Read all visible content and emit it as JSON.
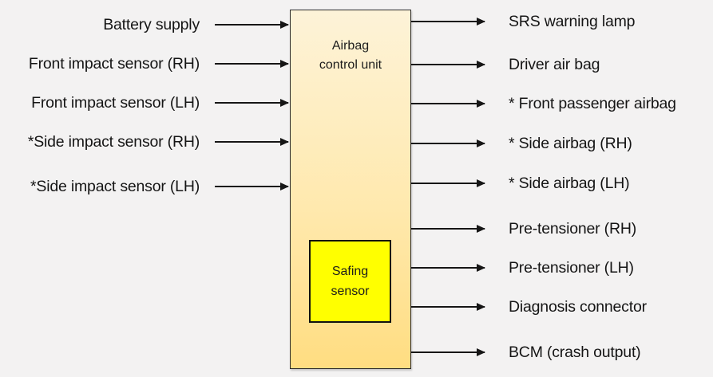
{
  "diagram": {
    "control_unit": {
      "label": "Airbag control unit"
    },
    "safing_sensor": {
      "label": "Safing sensor"
    },
    "colors": {
      "background": "#f3f2f2",
      "unit_box_gradient_top": "#fdf3d8",
      "unit_box_gradient_mid": "#ffe9ae",
      "unit_box_gradient_bottom": "#ffdd81",
      "unit_box_border": "#2b2b2b",
      "safing_box_fill": "#ffff00",
      "safing_box_border": "#111111",
      "line_and_text": "#161616"
    }
  },
  "inputs": [
    {
      "label": "Battery supply"
    },
    {
      "label": "Front impact sensor (RH)"
    },
    {
      "label": "Front impact sensor (LH)"
    },
    {
      "label": "*Side impact sensor (RH)"
    },
    {
      "label": "*Side impact sensor (LH)"
    }
  ],
  "outputs": [
    {
      "label": "SRS warning lamp"
    },
    {
      "label": "Driver air bag"
    },
    {
      "label": "* Front passenger airbag"
    },
    {
      "label": "* Side airbag (RH)"
    },
    {
      "label": "* Side airbag (LH)"
    },
    {
      "label": "Pre-tensioner (RH)"
    },
    {
      "label": "Pre-tensioner (LH)"
    },
    {
      "label": "Diagnosis connector"
    },
    {
      "label": "BCM (crash output)"
    }
  ]
}
